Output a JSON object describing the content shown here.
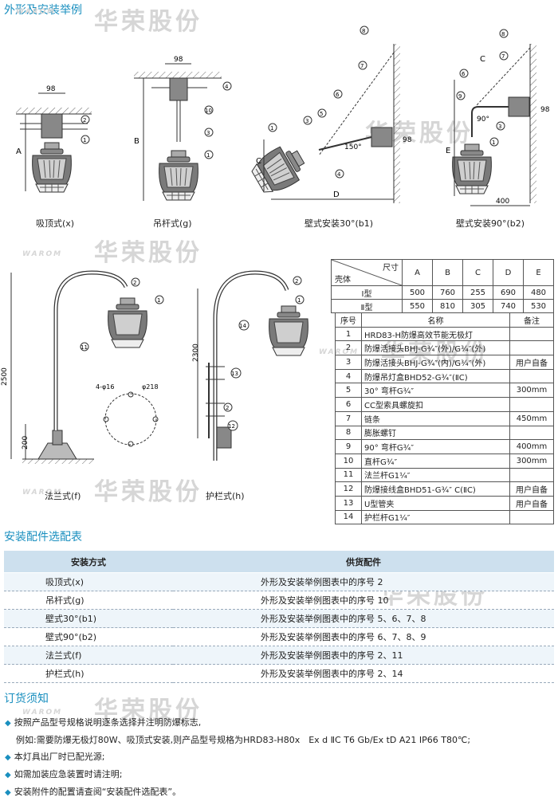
{
  "sections": {
    "shape_title": "外形及安装举例",
    "config_title": "安装配件选配表",
    "order_title": "订货须知"
  },
  "watermark": {
    "cn": "华荣股份",
    "en": "WAROM"
  },
  "figures": {
    "x": {
      "caption": "吸顶式(x)",
      "dim_w": "98",
      "dim_h": "A",
      "callouts": [
        "2",
        "1"
      ]
    },
    "g": {
      "caption": "吊杆式(g)",
      "dim_w": "98",
      "dim_h": "B",
      "callouts": [
        "4",
        "10",
        "3",
        "1"
      ]
    },
    "b1": {
      "caption": "壁式安装30°(b1)",
      "dim_c": "C",
      "dim_d": "D",
      "dim_side": "98",
      "angle": "150°",
      "callouts": [
        "8",
        "7",
        "6",
        "5",
        "3",
        "1",
        "4"
      ]
    },
    "b2": {
      "caption": "壁式安装90°(b2)",
      "dim_c": "C",
      "dim_e": "E",
      "dim_side": "98",
      "dim_w": "400",
      "angle": "90°",
      "callouts": [
        "8",
        "7",
        "6",
        "9",
        "3",
        "1"
      ]
    },
    "f": {
      "caption": "法兰式(f)",
      "dim_h1": "2500",
      "dim_h2": "200",
      "callouts": [
        "2",
        "1",
        "11"
      ],
      "holes": "4-φ16",
      "pcd": "φ218"
    },
    "h": {
      "caption": "护栏式(h)",
      "dim_h": "2300",
      "callouts": [
        "2",
        "1",
        "14",
        "13",
        "2",
        "12"
      ]
    }
  },
  "spec_table": {
    "corner_top": "尺寸",
    "corner_bottom": "壳体",
    "headers": [
      "A",
      "B",
      "C",
      "D",
      "E"
    ],
    "rows": [
      {
        "label": "Ⅰ型",
        "values": [
          "500",
          "760",
          "255",
          "690",
          "480"
        ]
      },
      {
        "label": "Ⅱ型",
        "values": [
          "550",
          "810",
          "305",
          "740",
          "530"
        ]
      }
    ]
  },
  "parts_table": {
    "headers": [
      "序号",
      "名称",
      "备注"
    ],
    "rows": [
      {
        "no": "1",
        "name": "HRD83-H防爆高效节能无极灯",
        "note": ""
      },
      {
        "no": "2",
        "name": "防爆活接头BHJ-G¾″(外)/G¾″(外)",
        "note": ""
      },
      {
        "no": "3",
        "name": "防爆活接头BHJ-G¾″(内)/G¾″(外)",
        "note": "用户自备"
      },
      {
        "no": "4",
        "name": "防爆吊灯盒BHD52-G¾″(ⅡC)",
        "note": ""
      },
      {
        "no": "5",
        "name": "30° 弯杆G¾″",
        "note": "300mm"
      },
      {
        "no": "6",
        "name": "CC型索具螺旋扣",
        "note": ""
      },
      {
        "no": "7",
        "name": "链条",
        "note": "450mm"
      },
      {
        "no": "8",
        "name": "膨胀螺钉",
        "note": ""
      },
      {
        "no": "9",
        "name": "90° 弯杆G¾″",
        "note": "400mm"
      },
      {
        "no": "10",
        "name": "直杆G¾″",
        "note": "300mm"
      },
      {
        "no": "11",
        "name": "法兰杆G1¼″",
        "note": ""
      },
      {
        "no": "12",
        "name": "防爆接线盒BHD51-G¾″ C(ⅡC)",
        "note": "用户自备"
      },
      {
        "no": "13",
        "name": "U型管夹",
        "note": "用户自备"
      },
      {
        "no": "14",
        "name": "护栏杆G1¼″",
        "note": ""
      }
    ]
  },
  "config_table": {
    "headers": [
      "安装方式",
      "供货配件"
    ],
    "rows": [
      {
        "mode": "吸顶式(x)",
        "parts": "外形及安装举例图表中的序号 2"
      },
      {
        "mode": "吊杆式(g)",
        "parts": "外形及安装举例图表中的序号 10"
      },
      {
        "mode": "壁式30°(b1)",
        "parts": "外形及安装举例图表中的序号 5、6、7、8"
      },
      {
        "mode": "壁式90°(b2)",
        "parts": "外形及安装举例图表中的序号 6、7、8、9"
      },
      {
        "mode": "法兰式(f)",
        "parts": "外形及安装举例图表中的序号 2、11"
      },
      {
        "mode": "护栏式(h)",
        "parts": "外形及安装举例图表中的序号 2、14"
      }
    ]
  },
  "notes": [
    {
      "bullet": true,
      "text": "按照产品型号规格说明逐条选择并注明防爆标志,"
    },
    {
      "bullet": false,
      "text": "例如:需要防爆无极灯80W、吸顶式安装,则产品型号规格为HRD83-H80x　Ex d ⅡC T6 Gb/Ex tD A21 IP66 T80℃;"
    },
    {
      "bullet": true,
      "text": "本灯具出厂时已配光源;"
    },
    {
      "bullet": true,
      "text": "如需加装应急装置时请注明;"
    },
    {
      "bullet": true,
      "text": "安装附件的配置请查阅“安装配件选配表”。"
    }
  ]
}
